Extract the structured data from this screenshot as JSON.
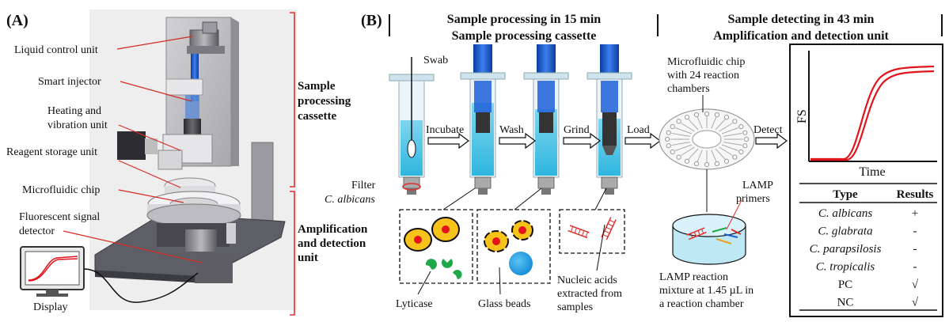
{
  "panel_a": {
    "label": "(A)",
    "parts": {
      "liquid_control": "Liquid control unit",
      "smart_injector": "Smart injector",
      "heating_line1": "Heating and",
      "heating_line2": "vibration unit",
      "reagent_storage": "Reagent storage unit",
      "microfluidic_chip": "Microfluidic chip",
      "fluor_line1": "Fluorescent signal",
      "fluor_line2": "detector",
      "display": "Display"
    },
    "brackets": {
      "sample_line1": "Sample",
      "sample_line2": "processing",
      "sample_line3": "cassette",
      "amp_line1": "Amplification",
      "amp_line2": "and detection",
      "amp_line3": "unit"
    }
  },
  "panel_b": {
    "label": "(B)",
    "header_left_line1": "Sample processing in 15 min",
    "header_left_line2": "Sample processing cassette",
    "header_right_line1": "Sample detecting in 43 min",
    "header_right_line2": "Amplification and detection unit",
    "swab": "Swab",
    "filter": "Filter",
    "c_albicans_label": "C. albicans",
    "steps": {
      "incubate": "Incubate",
      "wash": "Wash",
      "grind": "Grind",
      "load": "Load",
      "detect": "Detect"
    },
    "chip_line1": "Microfluidic chip",
    "chip_line2": "with 24 reaction",
    "chip_line3": "chambers",
    "lamp_primers_line1": "LAMP",
    "lamp_primers_line2": "primers",
    "lamp_mix_line1": "LAMP reaction",
    "lamp_mix_line2": "mixture at 1.45 µL in",
    "lamp_mix_line3": "a reaction chamber",
    "lyticase": "Lyticase",
    "glass_beads": "Glass beads",
    "nucleic_line1": "Nucleic acids",
    "nucleic_line2": "extracted from",
    "nucleic_line3": "samples",
    "plot": {
      "ylabel": "FS",
      "xlabel": "Time"
    },
    "table": {
      "col_type": "Type",
      "col_results": "Results",
      "rows": [
        {
          "type": "C. albicans",
          "result": "+"
        },
        {
          "type": "C. glabrata",
          "result": "-"
        },
        {
          "type": "C. parapsilosis",
          "result": "-"
        },
        {
          "type": "C. tropicalis",
          "result": "-"
        },
        {
          "type": "PC",
          "result": "√"
        },
        {
          "type": "NC",
          "result": "√"
        }
      ]
    }
  },
  "colors": {
    "bracket_red": "#e0302b",
    "liquid_blue": "#3fc3e6",
    "plunger_blue": "#1f5fd8",
    "curve_red": "#e3131b",
    "cell_yellow": "#f7c21a",
    "dna_red": "#e0302b",
    "bead_blue": "#1aa3e8",
    "enzyme_green": "#1fa84a"
  }
}
